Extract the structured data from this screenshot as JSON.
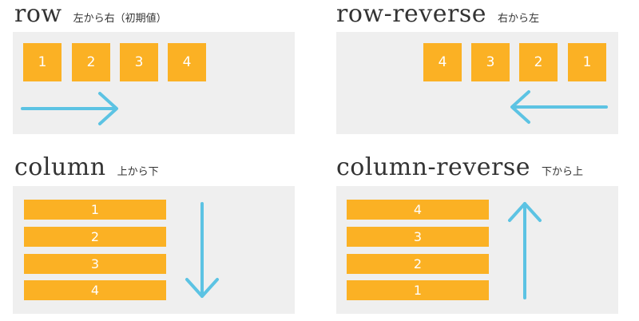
{
  "colors": {
    "panel": "#efefef",
    "item": "#fbb124",
    "arrow": "#5cc3e3",
    "text": "#333333"
  },
  "row": {
    "title": "row",
    "subtitle": "左から右（初期値）",
    "items": [
      "1",
      "2",
      "3",
      "4"
    ]
  },
  "row_reverse": {
    "title": "row-reverse",
    "subtitle": "右から左",
    "items": [
      "4",
      "3",
      "2",
      "1"
    ]
  },
  "column": {
    "title": "column",
    "subtitle": "上から下",
    "items": [
      "1",
      "2",
      "3",
      "4"
    ]
  },
  "column_reverse": {
    "title": "column-reverse",
    "subtitle": "下から上",
    "items": [
      "4",
      "3",
      "2",
      "1"
    ]
  }
}
